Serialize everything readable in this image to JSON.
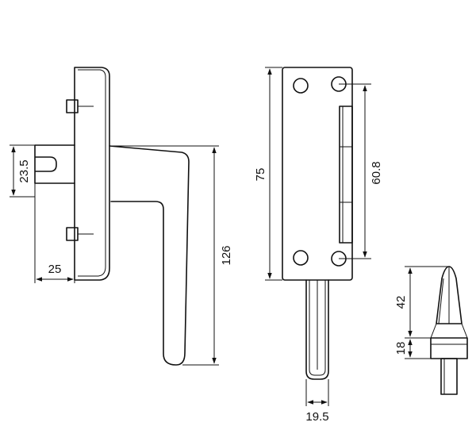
{
  "dimensions": {
    "slot_height": "23.5",
    "base_width": "25",
    "handle_height": "126",
    "plate_height": "75",
    "hinge_spacing": "60.8",
    "spindle_width": "19.5",
    "cap_height": "42",
    "collar_height": "18"
  }
}
